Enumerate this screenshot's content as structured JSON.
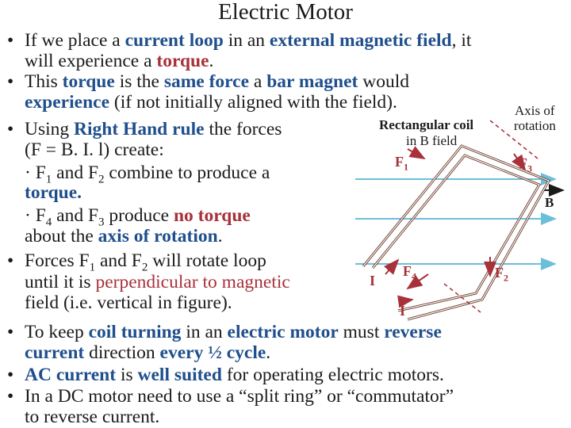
{
  "title": "Electric Motor",
  "bullet_marks": [
    "•",
    "•",
    "•",
    "•",
    "•",
    "•",
    "•"
  ],
  "bullets": {
    "b1": {
      "l1": [
        "If we place a ",
        "current loop",
        " in an ",
        "external magnetic field",
        ", it"
      ],
      "l2": [
        "will experience a ",
        "torque",
        "."
      ]
    },
    "b2": {
      "l1": [
        "This ",
        "torque",
        " is the ",
        "same force",
        " a ",
        "bar magnet",
        " would"
      ],
      "l2": [
        "experience",
        " (if not initially aligned with the field)."
      ]
    },
    "b3": {
      "l1": [
        "Using ",
        "Right Hand rule",
        " the forces"
      ],
      "l2": "(F = B. I. l) create:",
      "l3": [
        "· F",
        "1",
        " and F",
        "2",
        " combine to produce a"
      ],
      "l4": "torque.",
      "l5": [
        "· F",
        "4",
        " and F",
        "3",
        " produce ",
        "no torque"
      ],
      "l6": [
        "about the ",
        "axis of rotation",
        "."
      ]
    },
    "b4": {
      "l1": [
        "Forces F",
        "1",
        " and F",
        "2",
        " will rotate loop"
      ],
      "l2": [
        "until it is ",
        "perpendicular to magnetic"
      ],
      "l3": "field (i.e. vertical in figure)."
    },
    "b5": {
      "l1": [
        "To keep ",
        "coil turning",
        " in an ",
        "electric motor",
        " must ",
        "reverse"
      ],
      "l2": [
        "current",
        " direction ",
        "every ½ cycle",
        "."
      ]
    },
    "b6": {
      "l1": [
        "AC current",
        " is ",
        "well suited",
        " for operating electric motors."
      ]
    },
    "b7": {
      "l1": "In a DC motor need to use a “split ring” or “commutator”",
      "l2": "to reverse current."
    }
  },
  "diagram": {
    "label_coil_1": "Rectangular coil",
    "label_coil_2": "in B field",
    "label_axis_1": "Axis of",
    "label_axis_2": "rotation",
    "label_b": "B",
    "f1": {
      "f": "F",
      "n": "1"
    },
    "f2": {
      "f": "F",
      "n": "2"
    },
    "f3": {
      "f": "F",
      "n": "3"
    },
    "f4": {
      "f": "F",
      "n": "4"
    },
    "current_1": "I",
    "current_2": "I"
  },
  "colors": {
    "text": "#1a1a1a",
    "emphasis_blue": "#1f4f8c",
    "emphasis_red": "#a8313a",
    "field_lines": "#6cbfd9",
    "coil": "#6b3a2a"
  }
}
